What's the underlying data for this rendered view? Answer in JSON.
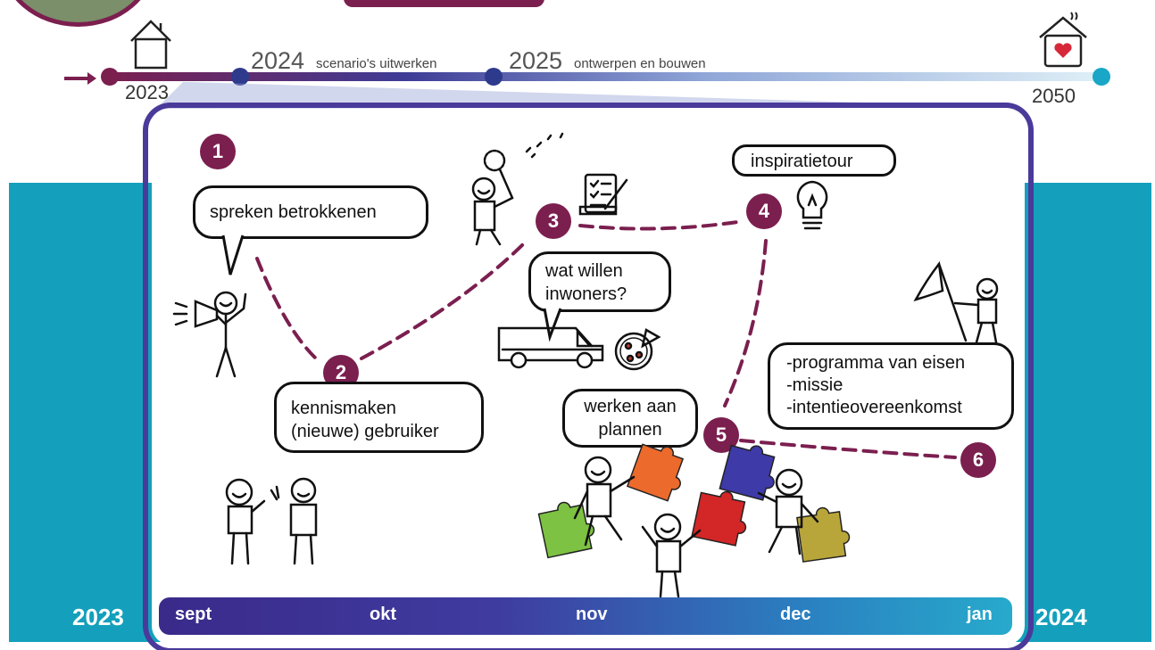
{
  "timeline": {
    "start_year": "2023",
    "milestones": [
      {
        "year": "2024",
        "label": "scenario's uitwerken"
      },
      {
        "year": "2025",
        "label": "ontwerpen en bouwen"
      }
    ],
    "end_year": "2050"
  },
  "steps": [
    {
      "number": "1",
      "label": "spreken betrokkenen"
    },
    {
      "number": "2",
      "label_line1": "kennismaken",
      "label_line2": "(nieuwe) gebruiker"
    },
    {
      "number": "3",
      "label_line1": "wat willen",
      "label_line2": "inwoners?"
    },
    {
      "number": "4",
      "label": "inspiratietour"
    },
    {
      "number": "5",
      "label_line1": "werken aan",
      "label_line2": "plannen"
    },
    {
      "number": "6",
      "items": [
        "-programma van eisen",
        "-missie",
        "-intentieovereenkomst"
      ]
    }
  ],
  "months": [
    "sept",
    "okt",
    "nov",
    "dec",
    "jan"
  ],
  "range": {
    "start": "2023",
    "end": "2024"
  },
  "colors": {
    "accent": "#7b1f4f",
    "teal": "#14a0bc",
    "navy": "#3e3c96"
  },
  "icons": [
    "house-icon",
    "house-heart-icon",
    "arrow-right-icon",
    "megaphone-person-icon",
    "dandelion-person-icon",
    "checklist-icon",
    "lightbulb-icon",
    "van-icon",
    "pizza-icon",
    "flag-person-icon",
    "puzzle-pieces-icon",
    "talking-people-icon"
  ]
}
